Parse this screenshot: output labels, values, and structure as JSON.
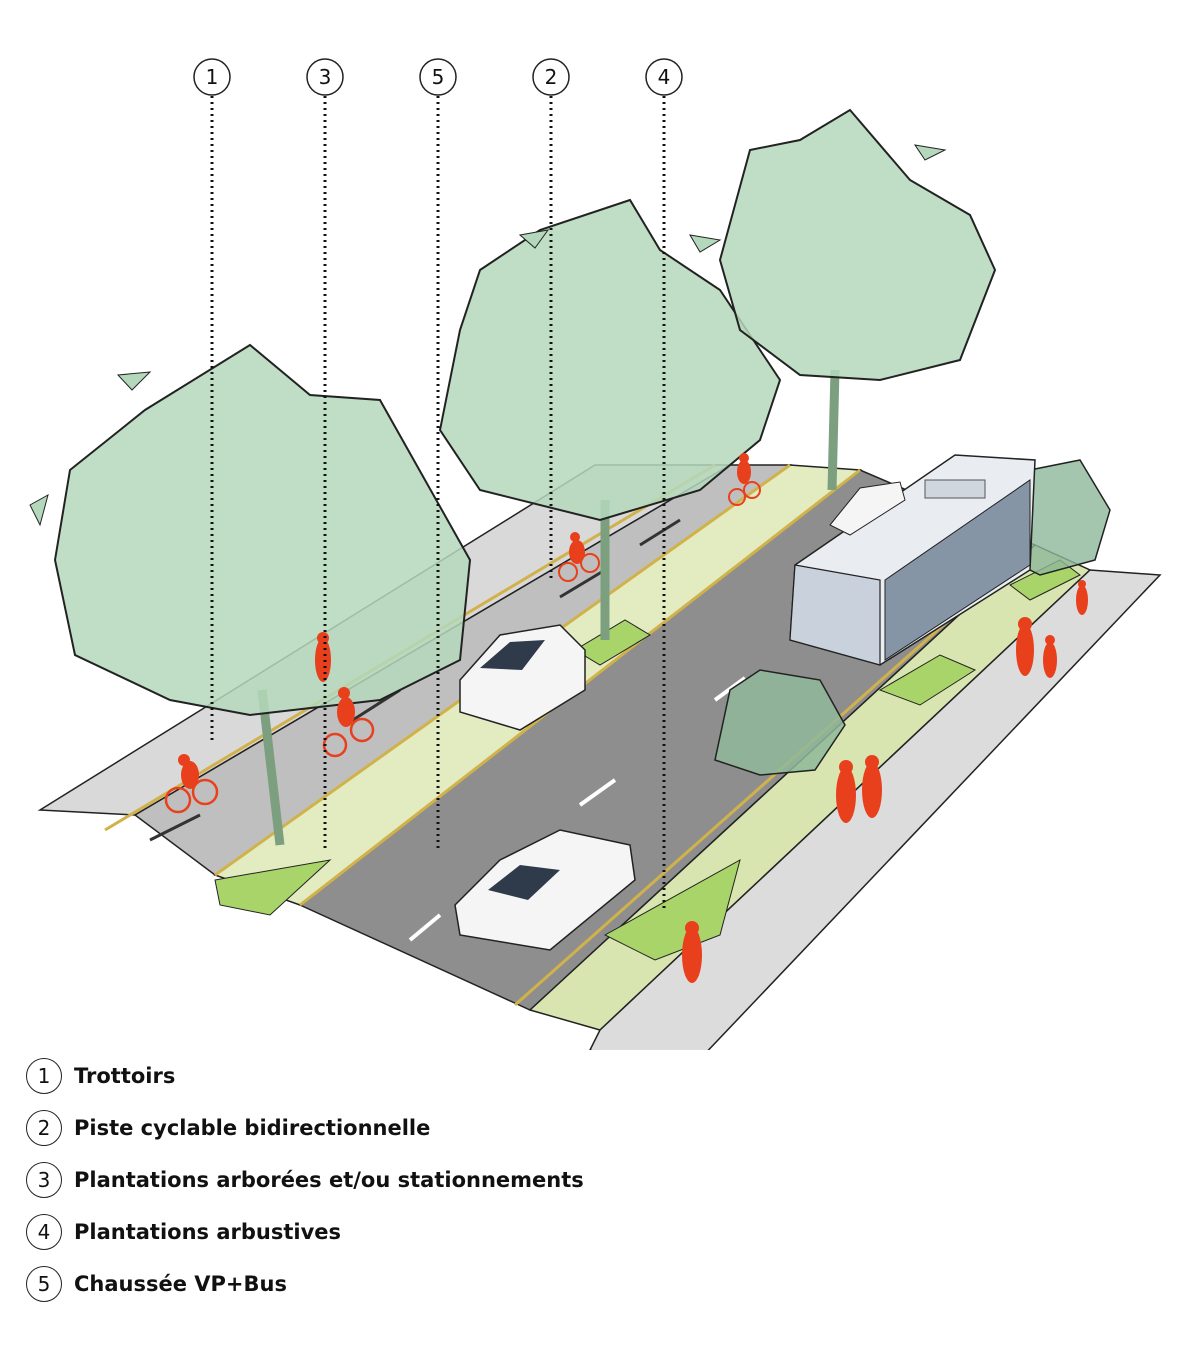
{
  "callouts": [
    {
      "number": "1"
    },
    {
      "number": "3"
    },
    {
      "number": "5"
    },
    {
      "number": "2"
    },
    {
      "number": "4"
    }
  ],
  "legend": [
    {
      "number": "1",
      "label": "Trottoirs"
    },
    {
      "number": "2",
      "label": "Piste cyclable bidirectionnelle"
    },
    {
      "number": "3",
      "label": "Plantations arborées et/ou stationnements"
    },
    {
      "number": "4",
      "label": "Plantations arbustives"
    },
    {
      "number": "5",
      "label": "Chaussée VP+Bus"
    }
  ],
  "colors": {
    "sidewalk": "#d9d9d9",
    "bike_lane": "#bdbdbd",
    "road": "#8a8a8a",
    "planting_strip": "#e3ebc0",
    "shrub_bed": "#a9d46a",
    "tree_canopy": "#b4d8bb",
    "pedestrian": "#e8401c",
    "curb_line": "#d1b24a"
  },
  "icons": [
    "tree-icon",
    "bus-icon",
    "car-icon",
    "cyclist-icon",
    "pedestrian-icon"
  ]
}
